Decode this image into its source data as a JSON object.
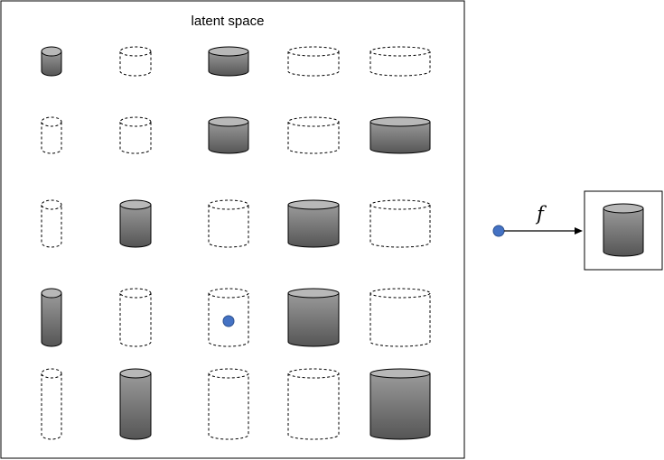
{
  "latent_space": {
    "title": "latent space",
    "grid": [
      [
        "filled",
        "dashed",
        "filled",
        "dashed",
        "dashed"
      ],
      [
        "dashed",
        "dashed",
        "filled",
        "dashed",
        "filled"
      ],
      [
        "dashed",
        "filled",
        "dashed",
        "filled",
        "dashed"
      ],
      [
        "filled",
        "dashed",
        "dashed",
        "filled",
        "dashed"
      ],
      [
        "dashed",
        "filled",
        "dashed",
        "dashed",
        "filled"
      ]
    ],
    "latent_point": {
      "row": 3,
      "col": 2
    }
  },
  "mapping": {
    "label": "f"
  },
  "output": {
    "shape": "filled"
  },
  "colors": {
    "cylinder_top": "#b8b8b8",
    "cylinder_body_light": "#9a9a9a",
    "cylinder_body_dark": "#555555",
    "outline": "#000000",
    "point": "#4472c4"
  }
}
